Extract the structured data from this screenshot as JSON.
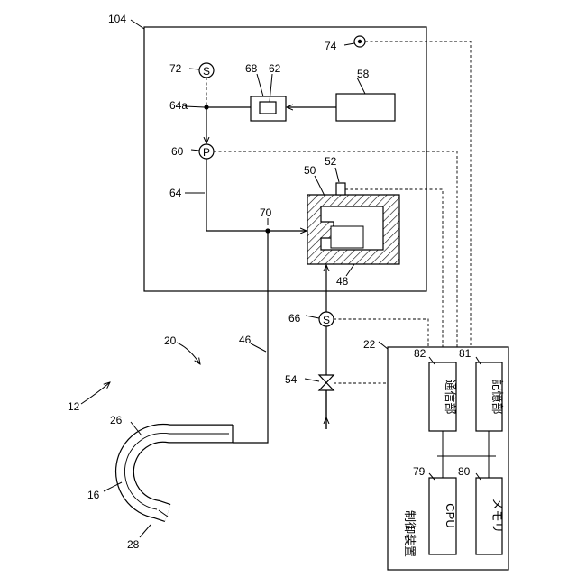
{
  "figure": {
    "refs": {
      "r104": "104",
      "r74": "74",
      "r72": "72",
      "r68": "68",
      "r62": "62",
      "r58": "58",
      "r64a": "64a",
      "r60": "60",
      "r50": "50",
      "r52": "52",
      "r64": "64",
      "r70": "70",
      "r48": "48",
      "r66": "66",
      "r20": "20",
      "r46": "46",
      "r22": "22",
      "r82": "82",
      "r81": "81",
      "r54": "54",
      "r12": "12",
      "r26": "26",
      "r16": "16",
      "r28": "28",
      "r79": "79",
      "r80": "80"
    },
    "symbols": {
      "sensor_s72": "S",
      "pump_p60": "P",
      "sensor_s66": "S"
    },
    "controller": {
      "title": "制御装置",
      "comm_unit": "通信部",
      "storage_unit": "記憶部",
      "cpu": "CPU",
      "memory": "メモリ"
    }
  }
}
